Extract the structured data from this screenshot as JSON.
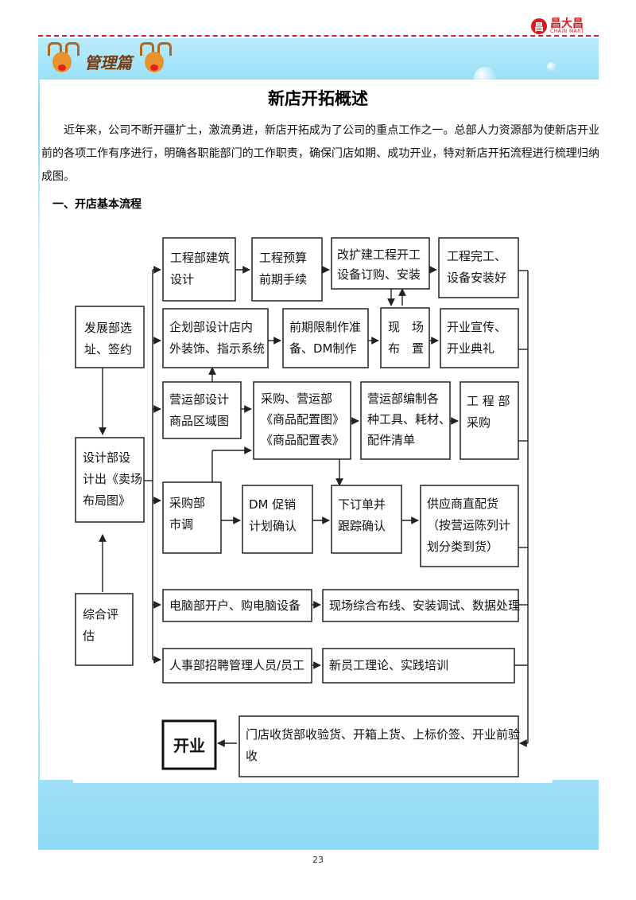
{
  "header": {
    "section_name": "管理篇",
    "logo_cn": "昌大昌",
    "logo_en": "CHAIN MART",
    "logo_mark": "昌",
    "colors": {
      "accent": "#c0203a",
      "banner": "#7fd4f3"
    }
  },
  "title": "新店开拓概述",
  "intro": "近年来，公司不断开疆扩土，激流勇进，新店开拓成为了公司的重点工作之一。总部人力资源部为使新店开业前的各项工作有序进行，明确各职能部门的工作职责，确保门店如期、成功开业，特对新店开拓流程进行梳理归纳成图。",
  "subheading": "一、开店基本流程",
  "flowchart": {
    "nodes": {
      "fazhan": [
        "发展部选",
        "址、签约"
      ],
      "sheji": [
        "设计部设",
        "计出《卖场",
        "布局图》"
      ],
      "zonghe": [
        "综合评",
        "估"
      ],
      "gongcheng_sheji": [
        "工程部建筑",
        "设计"
      ],
      "yusuan": [
        "工程预算",
        "前期手续"
      ],
      "gaikuojian": [
        "改扩建工程开工",
        "设备订购、安装"
      ],
      "wangong": [
        "工程完工、",
        "设备安装好"
      ],
      "qihua": [
        "企划部设计店内",
        "外装饰、指示系统"
      ],
      "xianzhi": [
        "前期限制作准",
        "备、DM制作"
      ],
      "xianchang": [
        "现　场",
        "布　置"
      ],
      "xuanchuan": [
        "开业宣传、",
        "开业典礼"
      ],
      "yingyun_sheji": [
        "营运部设计",
        "商品区域图"
      ],
      "caigou_peizhi": [
        "采购、营运部",
        "《商品配置图》",
        "《商品配置表》"
      ],
      "yingyun_bianzhi": [
        "营运部编制各",
        "种工具、耗材、",
        "配件清单"
      ],
      "gongcheng_caigou": [
        "工 程 部",
        "采购"
      ],
      "caigou_shidiao": [
        "采购部",
        "市调"
      ],
      "dm": [
        "DM 促销",
        "计划确认"
      ],
      "xiadingdan": [
        "下订单并",
        "跟踪确认"
      ],
      "gongying": [
        "供应商直配货",
        "（按营运陈列计",
        "划分类到货）"
      ],
      "diannao": [
        "电脑部开户、购电脑设备"
      ],
      "xianchang_zonghe": [
        "现场综合布线、安装调试、数据处理"
      ],
      "renshi": [
        "人事部招聘管理人员/员工"
      ],
      "peixun": [
        "新员工理论、实践培训"
      ],
      "shouhuo": [
        "门店收货部收验货、开箱上货、上标价签、开业前验",
        "收"
      ],
      "kaiye": [
        "开业"
      ]
    }
  },
  "page_number": "23"
}
